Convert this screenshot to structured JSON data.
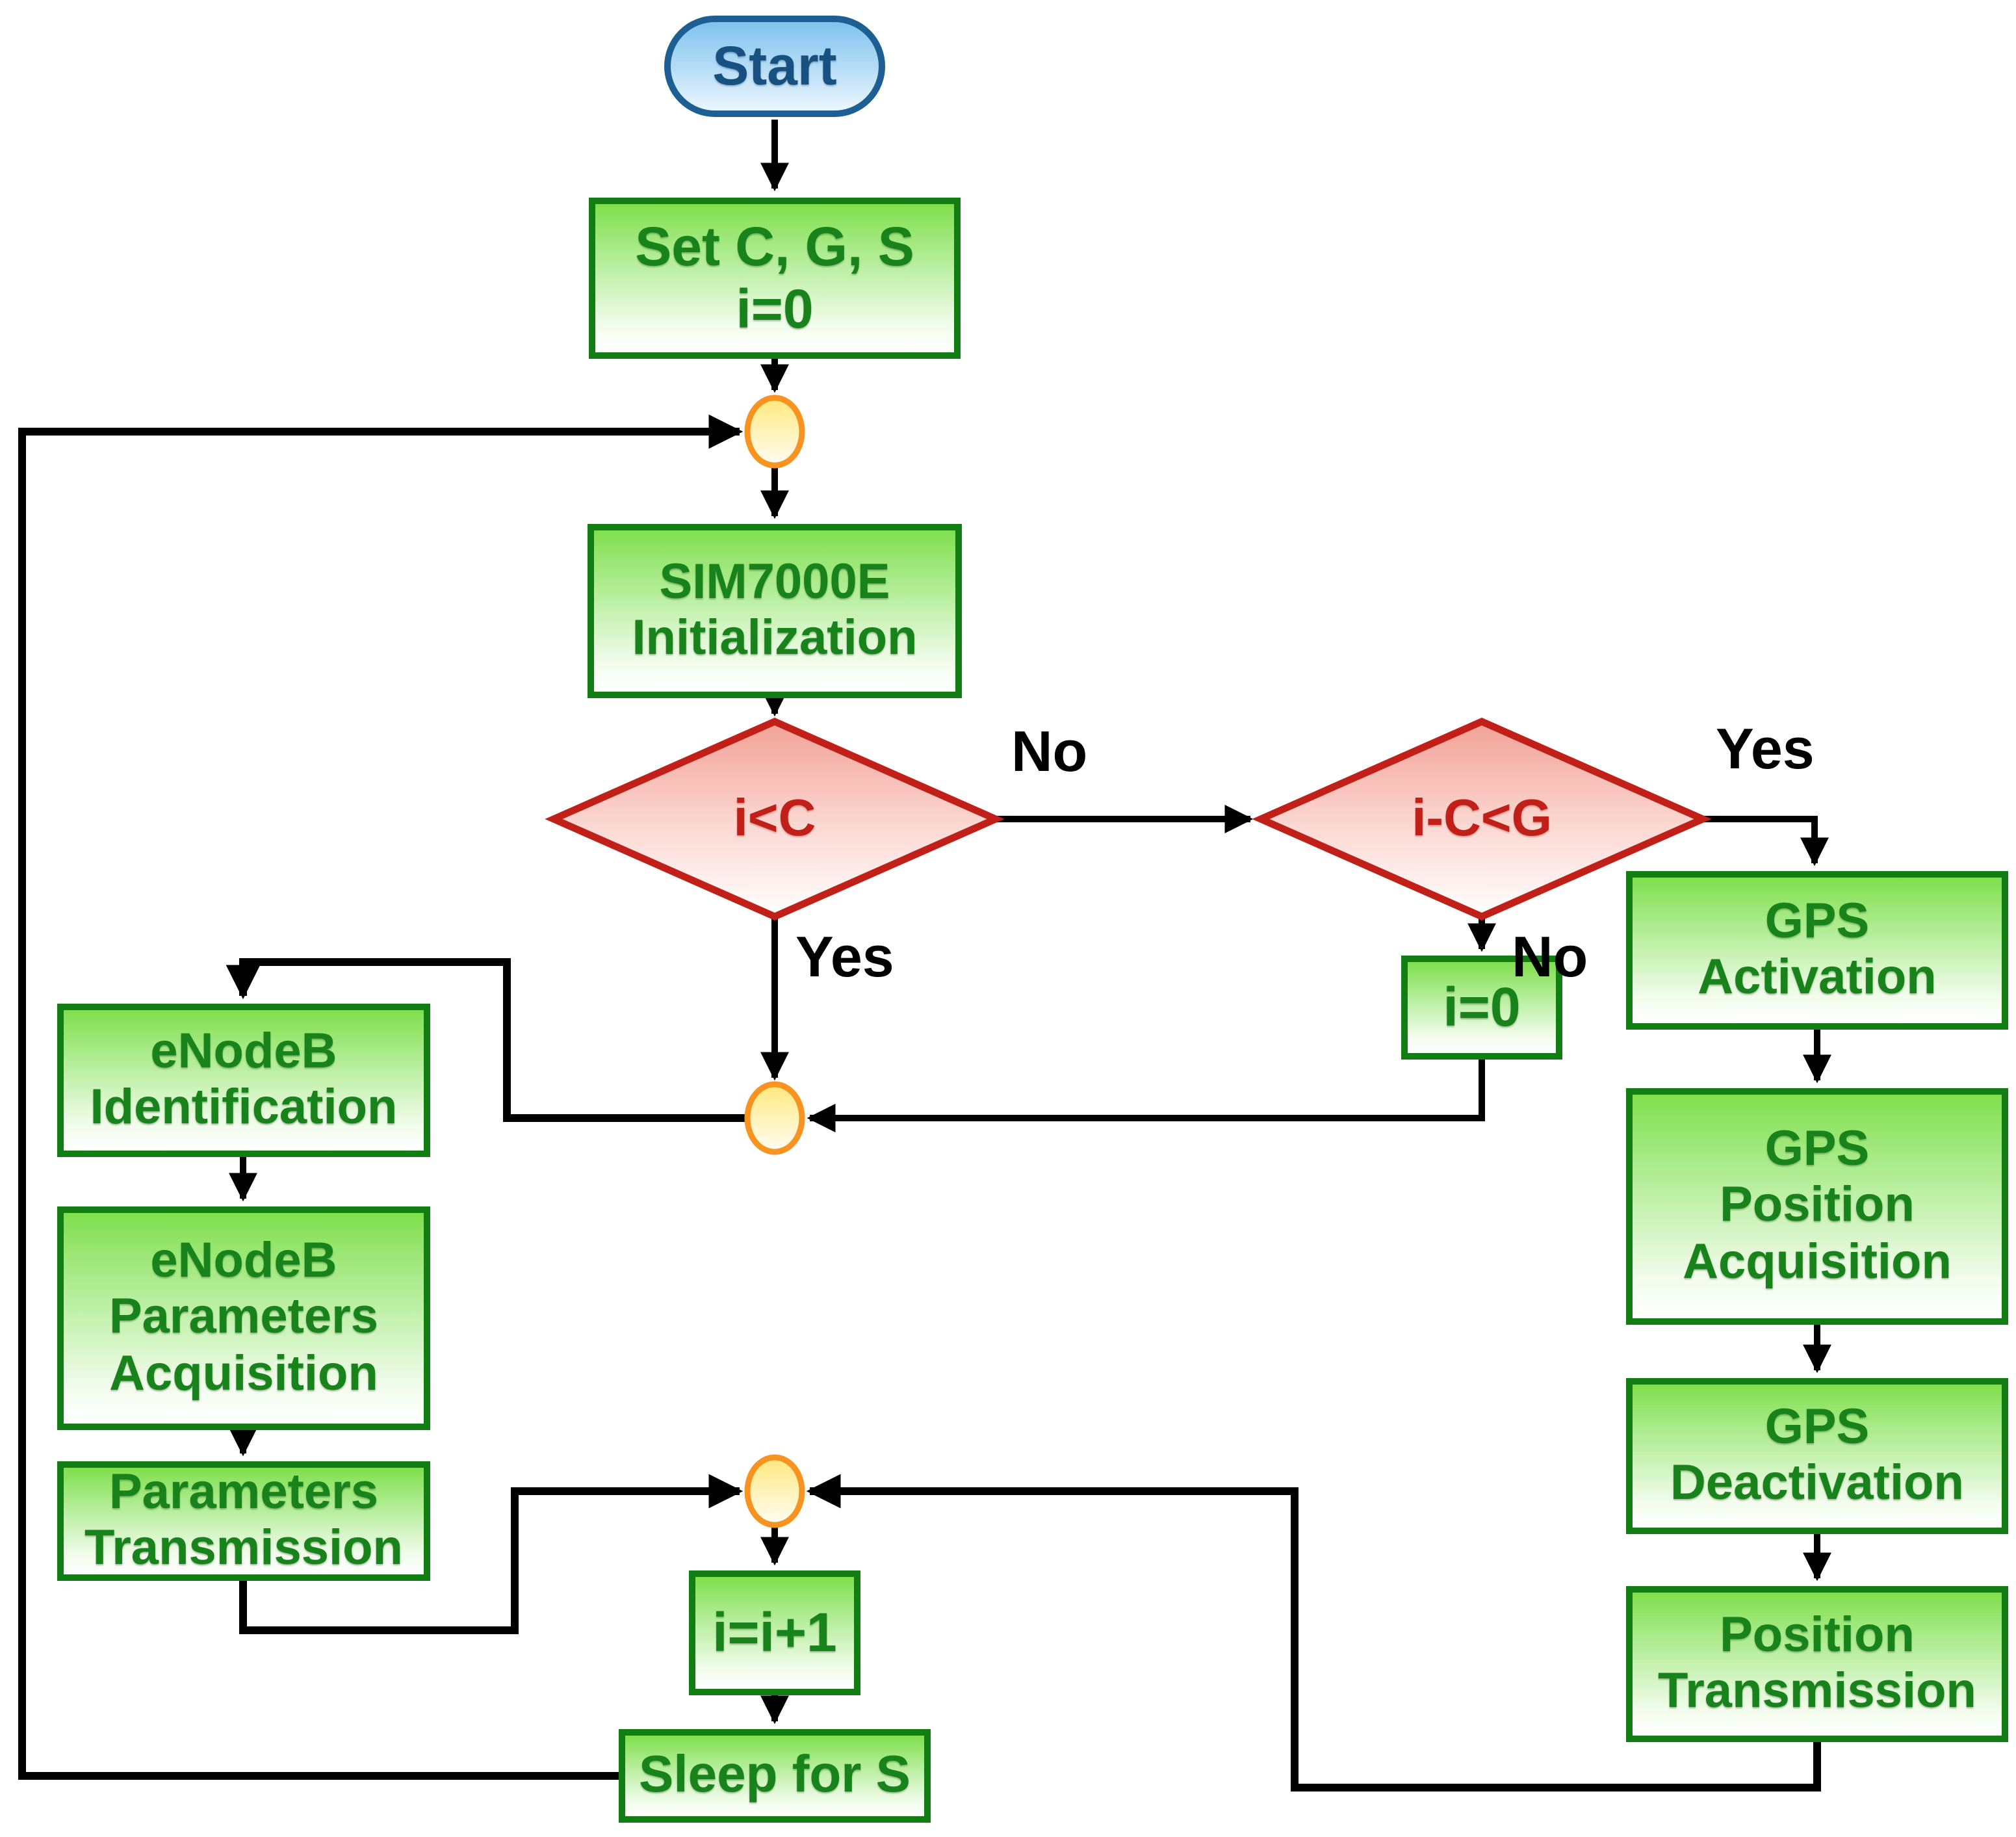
{
  "nodes": {
    "start": {
      "label": "Start",
      "type": "terminator"
    },
    "set_params": {
      "label": "Set C, G, S\ni=0",
      "type": "process"
    },
    "sim_init": {
      "label": "SIM7000E\nInitialization",
      "type": "process"
    },
    "decision_i_lt_c": {
      "label": "i<C",
      "type": "decision"
    },
    "decision_i_minus_c_lt_g": {
      "label": "i-C<G",
      "type": "decision"
    },
    "reset_i": {
      "label": "i=0",
      "type": "process"
    },
    "gps_activation": {
      "label": "GPS\nActivation",
      "type": "process"
    },
    "gps_position_acquisition": {
      "label": "GPS\nPosition\nAcquisition",
      "type": "process"
    },
    "gps_deactivation": {
      "label": "GPS\nDeactivation",
      "type": "process"
    },
    "position_transmission": {
      "label": "Position\nTransmission",
      "type": "process"
    },
    "enodeb_identification": {
      "label": "eNodeB\nIdentification",
      "type": "process"
    },
    "enodeb_parameters_acquisition": {
      "label": "eNodeB\nParameters\nAcquisition",
      "type": "process"
    },
    "parameters_transmission": {
      "label": "Parameters\nTransmission",
      "type": "process"
    },
    "increment_i": {
      "label": "i=i+1",
      "type": "process"
    },
    "sleep": {
      "label": "Sleep for S",
      "type": "process"
    }
  },
  "edge_labels": {
    "i_lt_c_yes": "Yes",
    "i_lt_c_no": "No",
    "i_minus_c_lt_g_yes": "Yes",
    "i_minus_c_lt_g_no": "No"
  },
  "colors": {
    "process_border": "#127d12",
    "process_text": "#18821b",
    "process_fill_top": "#7fdf4d",
    "terminator_border": "#1d5e93",
    "terminator_text": "#175181",
    "terminator_fill_top": "#7fc3ee",
    "decision_border": "#c02018",
    "decision_text": "#c02018",
    "decision_fill_top": "#f2a195",
    "junction_border": "#f79421",
    "junction_fill_top": "#ffe87d",
    "connector": "#000000"
  }
}
